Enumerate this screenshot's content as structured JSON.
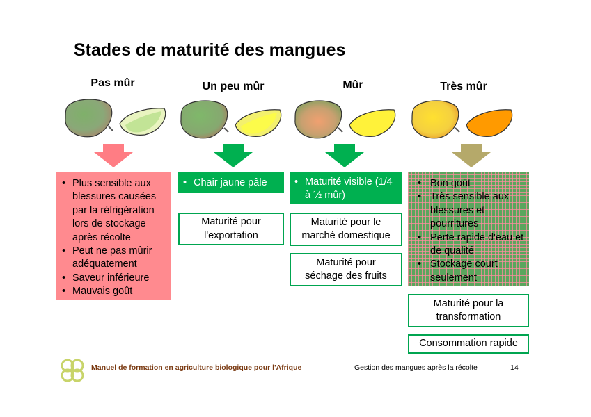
{
  "title": "Stades de maturité des mangues",
  "stages": [
    {
      "label": "Pas mûr"
    },
    {
      "label": "Un peu mûr"
    },
    {
      "label": "Mûr"
    },
    {
      "label": "Très mûr"
    }
  ],
  "boxes": {
    "pas_mur": [
      "Plus sensible aux blessures causées par la réfrigération lors de stockage après récolte",
      "Peut ne pas mûrir adéquatement",
      "Saveur inférieure",
      "Mauvais goût"
    ],
    "un_peu_mur": [
      "Chair jaune pâle"
    ],
    "mur": [
      "Maturité visible (1/4 à ½ mûr)"
    ],
    "tres_mur": [
      "Bon goût",
      "Très sensible aux blessures et pourritures",
      "Perte rapide d'eau et de qualité",
      "Stockage court seulement"
    ]
  },
  "notes": {
    "export": "Maturité pour l'exportation",
    "domestique": "Maturité pour le marché domestique",
    "sechage": "Maturité pour séchage des fruits",
    "transformation": "Maturité pour la transformation",
    "consommation": "Consommation rapide"
  },
  "footer": {
    "manual": "Manuel de formation en agriculture biologique pour l'Afrique",
    "section": "Gestion des mangues après la récolte",
    "page": "14"
  },
  "icons": {
    "arrow_pink": "#ff7d84",
    "arrow_green": "#00b050",
    "arrow_olive": "#b5a96a"
  }
}
